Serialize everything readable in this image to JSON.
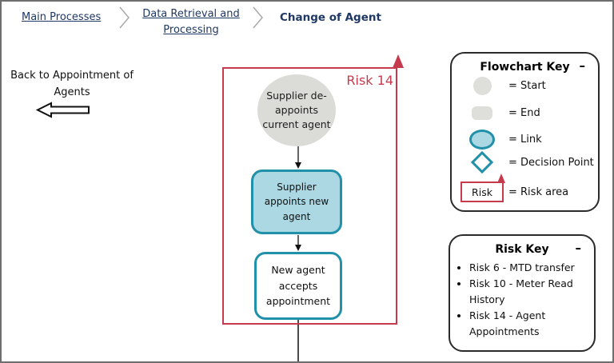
{
  "breadcrumb": {
    "items": [
      {
        "label": "Main Processes"
      },
      {
        "label": "Data Retrieval and Processing"
      },
      {
        "label": "Change of Agent"
      }
    ]
  },
  "back_nav": {
    "label": "Back to Appointment of Agents",
    "icon": "arrow-left-icon"
  },
  "flowchart": {
    "risk_area_label": "Risk 14",
    "start_node": "Supplier de-appoints current agent",
    "link_node": "Supplier appoints new agent",
    "process_node": "New agent accepts appointment"
  },
  "flowchart_key": {
    "title": "Flowchart Key",
    "collapse": "–",
    "items": [
      {
        "icon": "start-circle-icon",
        "label": "= Start"
      },
      {
        "icon": "end-rounded-rect-icon",
        "label": "= End"
      },
      {
        "icon": "link-ellipse-icon",
        "label": "= Link"
      },
      {
        "icon": "decision-diamond-icon",
        "label": "= Decision Point"
      },
      {
        "icon": "risk-rect-icon",
        "symbol_text": "Risk",
        "label": "= Risk area"
      }
    ]
  },
  "risk_key": {
    "title": "Risk Key",
    "collapse": "–",
    "items": [
      {
        "label": "Risk 6 - MTD transfer"
      },
      {
        "label": "Risk 10 - Meter Read History"
      },
      {
        "label": "Risk 14 - Agent Appointments"
      }
    ]
  },
  "colors": {
    "navy": "#1F3864",
    "risk_red": "#C53B4D",
    "teal_border": "#2191A9",
    "teal_fill": "#ABD8E2",
    "shape_gray": "#DEDEDB"
  }
}
